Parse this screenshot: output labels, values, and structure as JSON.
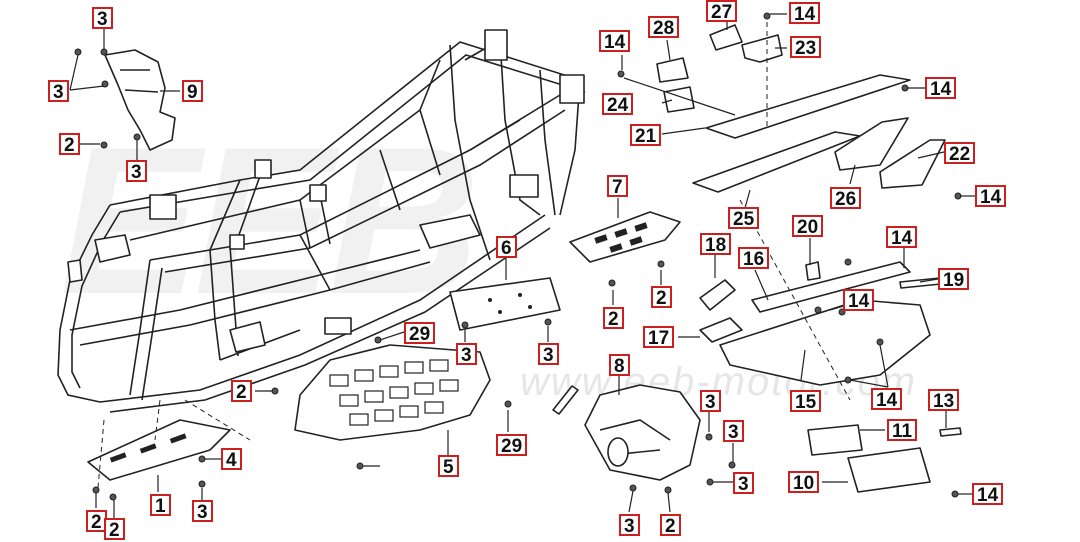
{
  "watermark": {
    "logo": "EEB",
    "url": "www.eeb-motor.com"
  },
  "callouts": [
    {
      "id": "c1",
      "label": "3"
    },
    {
      "id": "c2",
      "label": "3"
    },
    {
      "id": "c3",
      "label": "9"
    },
    {
      "id": "c4",
      "label": "2"
    },
    {
      "id": "c5",
      "label": "3"
    },
    {
      "id": "c6",
      "label": "28"
    },
    {
      "id": "c7",
      "label": "27"
    },
    {
      "id": "c8",
      "label": "14"
    },
    {
      "id": "c9",
      "label": "14"
    },
    {
      "id": "c10",
      "label": "23"
    },
    {
      "id": "c11",
      "label": "24"
    },
    {
      "id": "c12",
      "label": "14"
    },
    {
      "id": "c13",
      "label": "21"
    },
    {
      "id": "c14",
      "label": "22"
    },
    {
      "id": "c15",
      "label": "26"
    },
    {
      "id": "c16",
      "label": "14"
    },
    {
      "id": "c17",
      "label": "25"
    },
    {
      "id": "c18",
      "label": "7"
    },
    {
      "id": "c19",
      "label": "20"
    },
    {
      "id": "c20",
      "label": "14"
    },
    {
      "id": "c21",
      "label": "18"
    },
    {
      "id": "c22",
      "label": "16"
    },
    {
      "id": "c23",
      "label": "19"
    },
    {
      "id": "c24",
      "label": "6"
    },
    {
      "id": "c25",
      "label": "2"
    },
    {
      "id": "c26",
      "label": "2"
    },
    {
      "id": "c27",
      "label": "14"
    },
    {
      "id": "c28",
      "label": "29"
    },
    {
      "id": "c29",
      "label": "17"
    },
    {
      "id": "c30",
      "label": "3"
    },
    {
      "id": "c31",
      "label": "3"
    },
    {
      "id": "c32",
      "label": "8"
    },
    {
      "id": "c33",
      "label": "2"
    },
    {
      "id": "c34",
      "label": "3"
    },
    {
      "id": "c35",
      "label": "29"
    },
    {
      "id": "c36",
      "label": "15"
    },
    {
      "id": "c37",
      "label": "14"
    },
    {
      "id": "c38",
      "label": "13"
    },
    {
      "id": "c39",
      "label": "4"
    },
    {
      "id": "c40",
      "label": "3"
    },
    {
      "id": "c41",
      "label": "11"
    },
    {
      "id": "c42",
      "label": "3"
    },
    {
      "id": "c43",
      "label": "1"
    },
    {
      "id": "c44",
      "label": "2"
    },
    {
      "id": "c45",
      "label": "2"
    },
    {
      "id": "c46",
      "label": "5"
    },
    {
      "id": "c47",
      "label": "3"
    },
    {
      "id": "c48",
      "label": "10"
    },
    {
      "id": "c49",
      "label": "14"
    },
    {
      "id": "c50",
      "label": "2"
    },
    {
      "id": "c51",
      "label": "3"
    }
  ]
}
